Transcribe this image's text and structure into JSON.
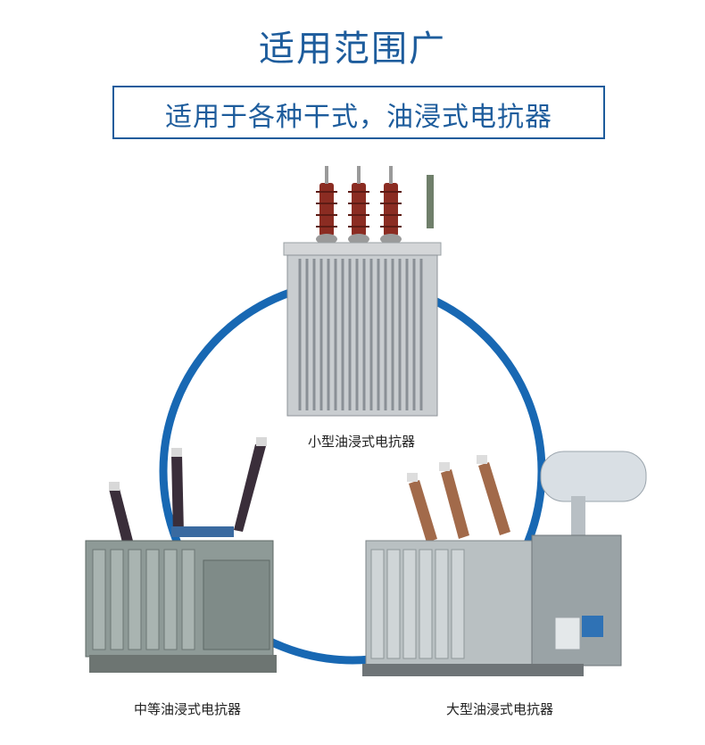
{
  "header": {
    "title": "适用范围广",
    "subtitle": "适用于各种干式，油浸式电抗器"
  },
  "products": [
    {
      "label": "小型油浸式电抗器"
    },
    {
      "label": "中等油浸式电抗器"
    },
    {
      "label": "大型油浸式电抗器"
    }
  ],
  "colors": {
    "accent": "#1d5c9c",
    "ring": "#1868b3"
  }
}
